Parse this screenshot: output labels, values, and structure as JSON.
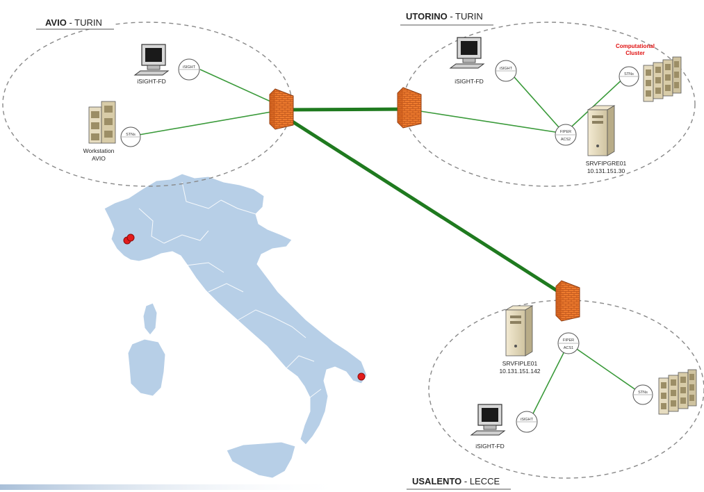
{
  "sites": {
    "avio": {
      "name": "AVIO",
      "city": " - TURIN"
    },
    "utorino": {
      "name": "UTORINO",
      "city": " - TURIN"
    },
    "usalento": {
      "name": "USALENTO",
      "city": " - LECCE"
    }
  },
  "labels": {
    "avio_isight_fd": "iSIGHT-FD",
    "avio_workstation_line1": "Workstation",
    "avio_workstation_line2": "AVIO",
    "utorino_isight_fd": "iSIGHT-FD",
    "computational_cluster_line1": "Computational",
    "computational_cluster_line2": "Cluster",
    "srvfipgre01_name": "SRVFIPGRE01",
    "srvfipgre01_ip": "10.131.151.30",
    "srvfiple01_name": "SRVFIPLE01",
    "srvfiple01_ip": "10.131.151.142",
    "usalento_isight_fd": "iSIGHT-FD"
  },
  "badges": {
    "isight": "iSIGHT",
    "stn": "STNs",
    "fiper": "FIPER",
    "acs2": "ACS2",
    "acs1": "ACS1"
  },
  "colors": {
    "link_green": "#3a9a3a",
    "backbone_green": "#1f7a1f",
    "map_fill": "#b7cfe7",
    "firewall": "#e8752a",
    "marker_red": "#e31b1b"
  }
}
